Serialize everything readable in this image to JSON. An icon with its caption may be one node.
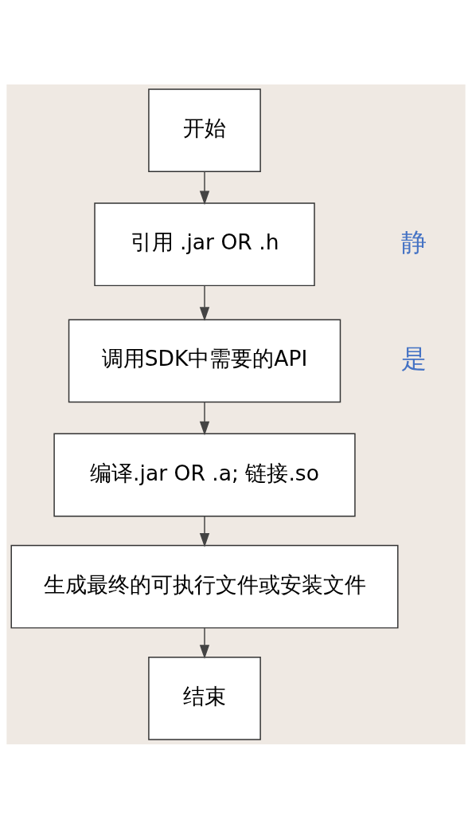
{
  "diagram": {
    "nodes": [
      {
        "text": [
          "开始"
        ]
      },
      {
        "text": [
          "引用 .jar OR .h"
        ]
      },
      {
        "text": [
          "调用SDK中需要的API"
        ]
      },
      {
        "text": [
          "编译.jar OR .a; 链接.so"
        ]
      },
      {
        "text": [
          "生成最终的可执行文件或安装文件"
        ]
      },
      {
        "text": [
          "结束"
        ]
      }
    ],
    "edges": [
      {
        "from": 0,
        "to": 1,
        "arrow": "to"
      },
      {
        "from": 1,
        "to": 2,
        "arrow": "to"
      },
      {
        "from": 2,
        "to": 3,
        "arrow": "to"
      },
      {
        "from": 3,
        "to": 4,
        "arrow": "to"
      },
      {
        "from": 4,
        "to": 5,
        "arrow": "to"
      }
    ],
    "labels": [
      "静",
      "是"
    ]
  }
}
